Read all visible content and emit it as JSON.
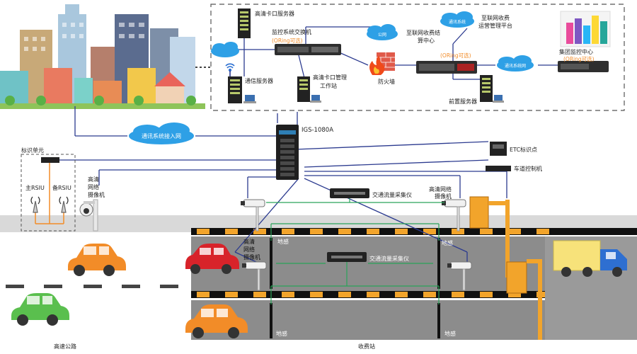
{
  "labels": {
    "hd_gate_server": "高清卡口服务器",
    "monitor_switch": "监控系统交换机",
    "oring_optional_1": "(ORing可选)",
    "comm_server": "通信服务器",
    "gate_mgmt_ws_1": "高清卡口管理",
    "gate_mgmt_ws_2": "工作站",
    "firewall": "防火墙",
    "toll_settlement_1": "至联网收费结",
    "toll_settlement_2": "算中心",
    "toll_platform_1": "至联网收费",
    "toll_platform_2": "运营管理平台",
    "oring_optional_2": "(ORing可选)",
    "group_center": "集团监控中心",
    "oring_optional_3": "(ORing可选)",
    "front_server": "前置服务器",
    "cloud_public": "公网",
    "cloud_comm": "通讯系统",
    "cloud_private": "通讯系统网",
    "cloud_access": "通讯系统接入网",
    "igs": "IGS-1080A",
    "id_unit": "标识单元",
    "main_rsiu": "主RSIU",
    "backup_rsiu": "备RSIU",
    "hd_cam_left": [
      "高清",
      "网络",
      "摄像机"
    ],
    "traffic_collector_top": "交通流量采集仪",
    "traffic_collector_mid": "交通流量采集仪",
    "hd_cam_right": [
      "高清网络",
      "摄像机"
    ],
    "hd_cam_lane": [
      "高清",
      "网络",
      "摄像机"
    ],
    "etc_point": "ETC标识点",
    "lane_controller": "车道控制机",
    "loop_1": "地感",
    "loop_2": "地感",
    "loop_3": "地感",
    "loop_4": "地感",
    "highway": "高速公路",
    "toll_station": "收费站"
  },
  "colors": {
    "network_line": "#2b3a8f",
    "sensor_line": "#2aa35a",
    "cloud": "#2ea0e6",
    "orange": "#f28c28",
    "road": "#d4d4d4",
    "toll_lane": "#8a8a8a"
  }
}
